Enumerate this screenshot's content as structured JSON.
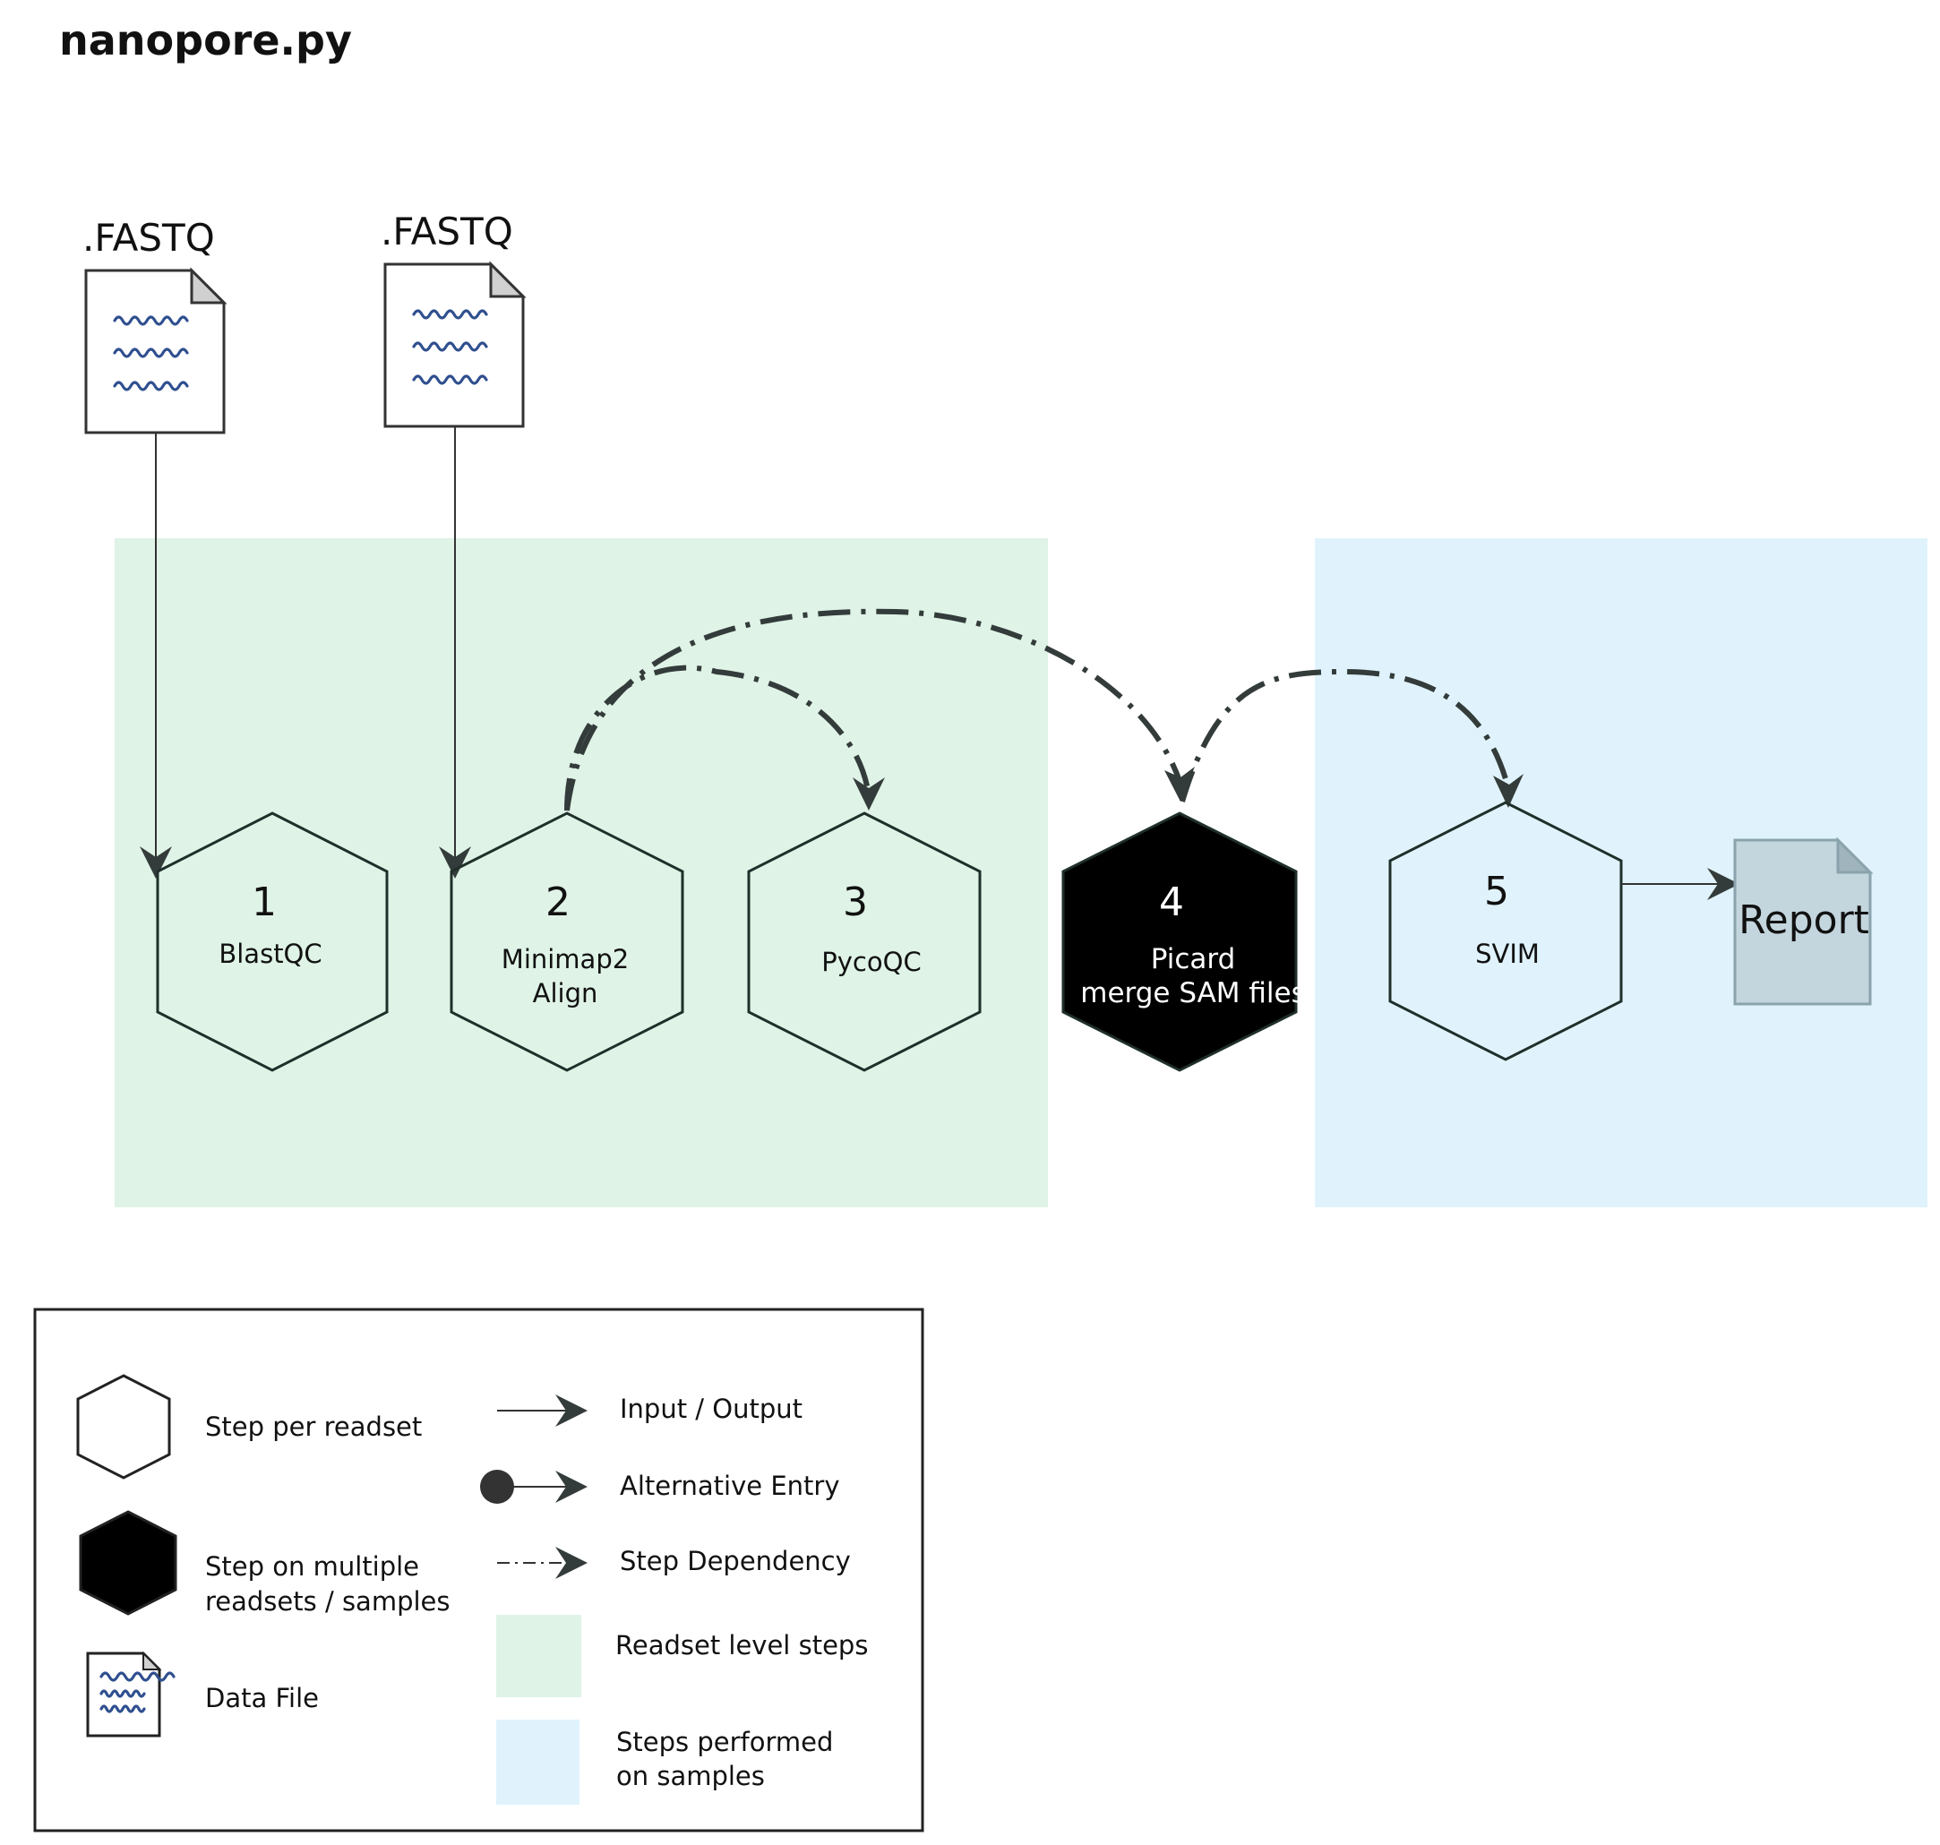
{
  "title": "nanopore.py",
  "inputs": [
    ".FASTQ",
    ".FASTQ"
  ],
  "steps": [
    {
      "num": "1",
      "lines": [
        "BlastQC"
      ]
    },
    {
      "num": "2",
      "lines": [
        "Minimap2",
        "Align"
      ]
    },
    {
      "num": "3",
      "lines": [
        "PycoQC"
      ]
    },
    {
      "num": "4",
      "lines": [
        "Picard",
        "merge SAM files"
      ]
    },
    {
      "num": "5",
      "lines": [
        "SVIM"
      ]
    }
  ],
  "output": "Report",
  "regions": {
    "readset_color": "#dff3e7",
    "sample_color": "#e0f3fc"
  },
  "legend": {
    "step_per_readset": "Step per readset",
    "step_multiple": [
      "Step on multiple",
      "readsets / samples"
    ],
    "data_file": "Data File",
    "input_output": "Input / Output",
    "alternative_entry": "Alternative Entry",
    "step_dependency": "Step Dependency",
    "readset_level": "Readset level steps",
    "steps_samples": [
      "Steps performed",
      "on  samples"
    ]
  },
  "icons": {
    "data_file": "document-icon",
    "step": "hexagon-icon",
    "output": "report-document-icon"
  }
}
